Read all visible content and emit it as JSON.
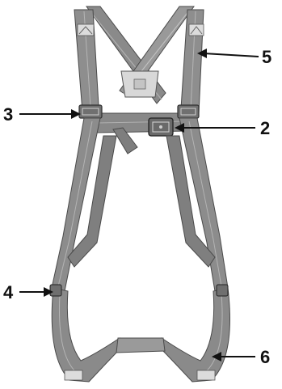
{
  "figure": {
    "subject_icon": "full-body-safety-harness",
    "colors": {
      "webbing": "#8c8c8c",
      "webbing_dark": "#5e5e5e",
      "webbing_light": "#b8b8b8",
      "metal": "#6f6f6f",
      "label_patch": "#dcdcdc",
      "arrow": "#111111"
    },
    "callouts": [
      {
        "id": "c5",
        "number": "5"
      },
      {
        "id": "c3",
        "number": "3"
      },
      {
        "id": "c2",
        "number": "2"
      },
      {
        "id": "c4",
        "number": "4"
      },
      {
        "id": "c6",
        "number": "6"
      }
    ]
  }
}
